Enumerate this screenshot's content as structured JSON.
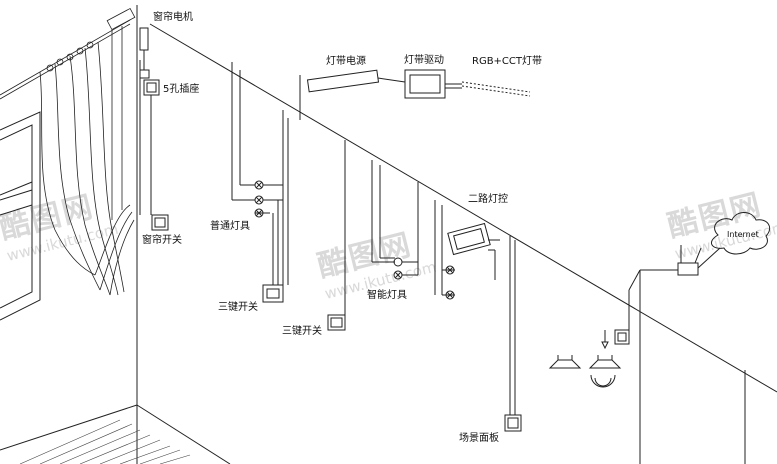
{
  "labels": {
    "curtain_motor": "窗帘电机",
    "socket_5hole": "5孔插座",
    "curtain_switch": "窗帘开关",
    "normal_light": "普通灯具",
    "three_key_switch_1": "三键开关",
    "three_key_switch_2": "三键开关",
    "strip_power": "灯带电源",
    "strip_driver": "灯带驱动",
    "rgb_cct_strip": "RGB+CCT灯带",
    "two_way_control": "二路灯控",
    "smart_light": "智能灯具",
    "scene_panel": "场景面板",
    "internet": "Internet"
  },
  "watermark": {
    "brand": "酷图网",
    "url": "www.ikutu.com"
  },
  "colors": {
    "line": "#222222",
    "watermark": "#d9d9d9"
  }
}
